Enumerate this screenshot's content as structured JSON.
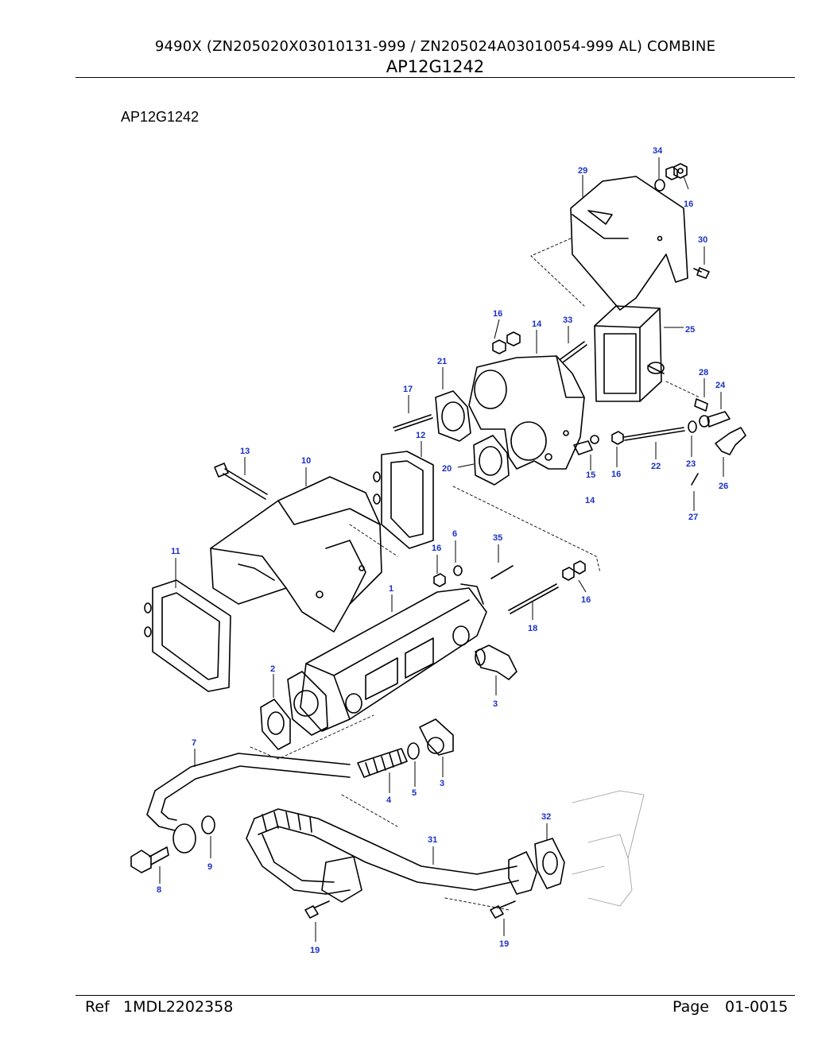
{
  "header": {
    "model_line": "9490X (ZN205020X03010131-999 / ZN205024A03010054-999 AL) COMBINE",
    "section_code": "AP12G1242"
  },
  "figure": {
    "figure_id": "AP12G1242",
    "callout_color": "#1a2fc8",
    "callouts": [
      "34",
      "29",
      "16",
      "30",
      "16",
      "14",
      "33",
      "25",
      "21",
      "28",
      "24",
      "17",
      "12",
      "13",
      "10",
      "20",
      "15",
      "16",
      "22",
      "23",
      "26",
      "14",
      "27",
      "6",
      "35",
      "16",
      "11",
      "1",
      "16",
      "18",
      "2",
      "3",
      "7",
      "4",
      "5",
      "3",
      "32",
      "31",
      "9",
      "8",
      "19",
      "19"
    ]
  },
  "footer": {
    "ref_label": "Ref",
    "ref_value": "1MDL2202358",
    "page_label": "Page",
    "page_value": "01-0015"
  }
}
